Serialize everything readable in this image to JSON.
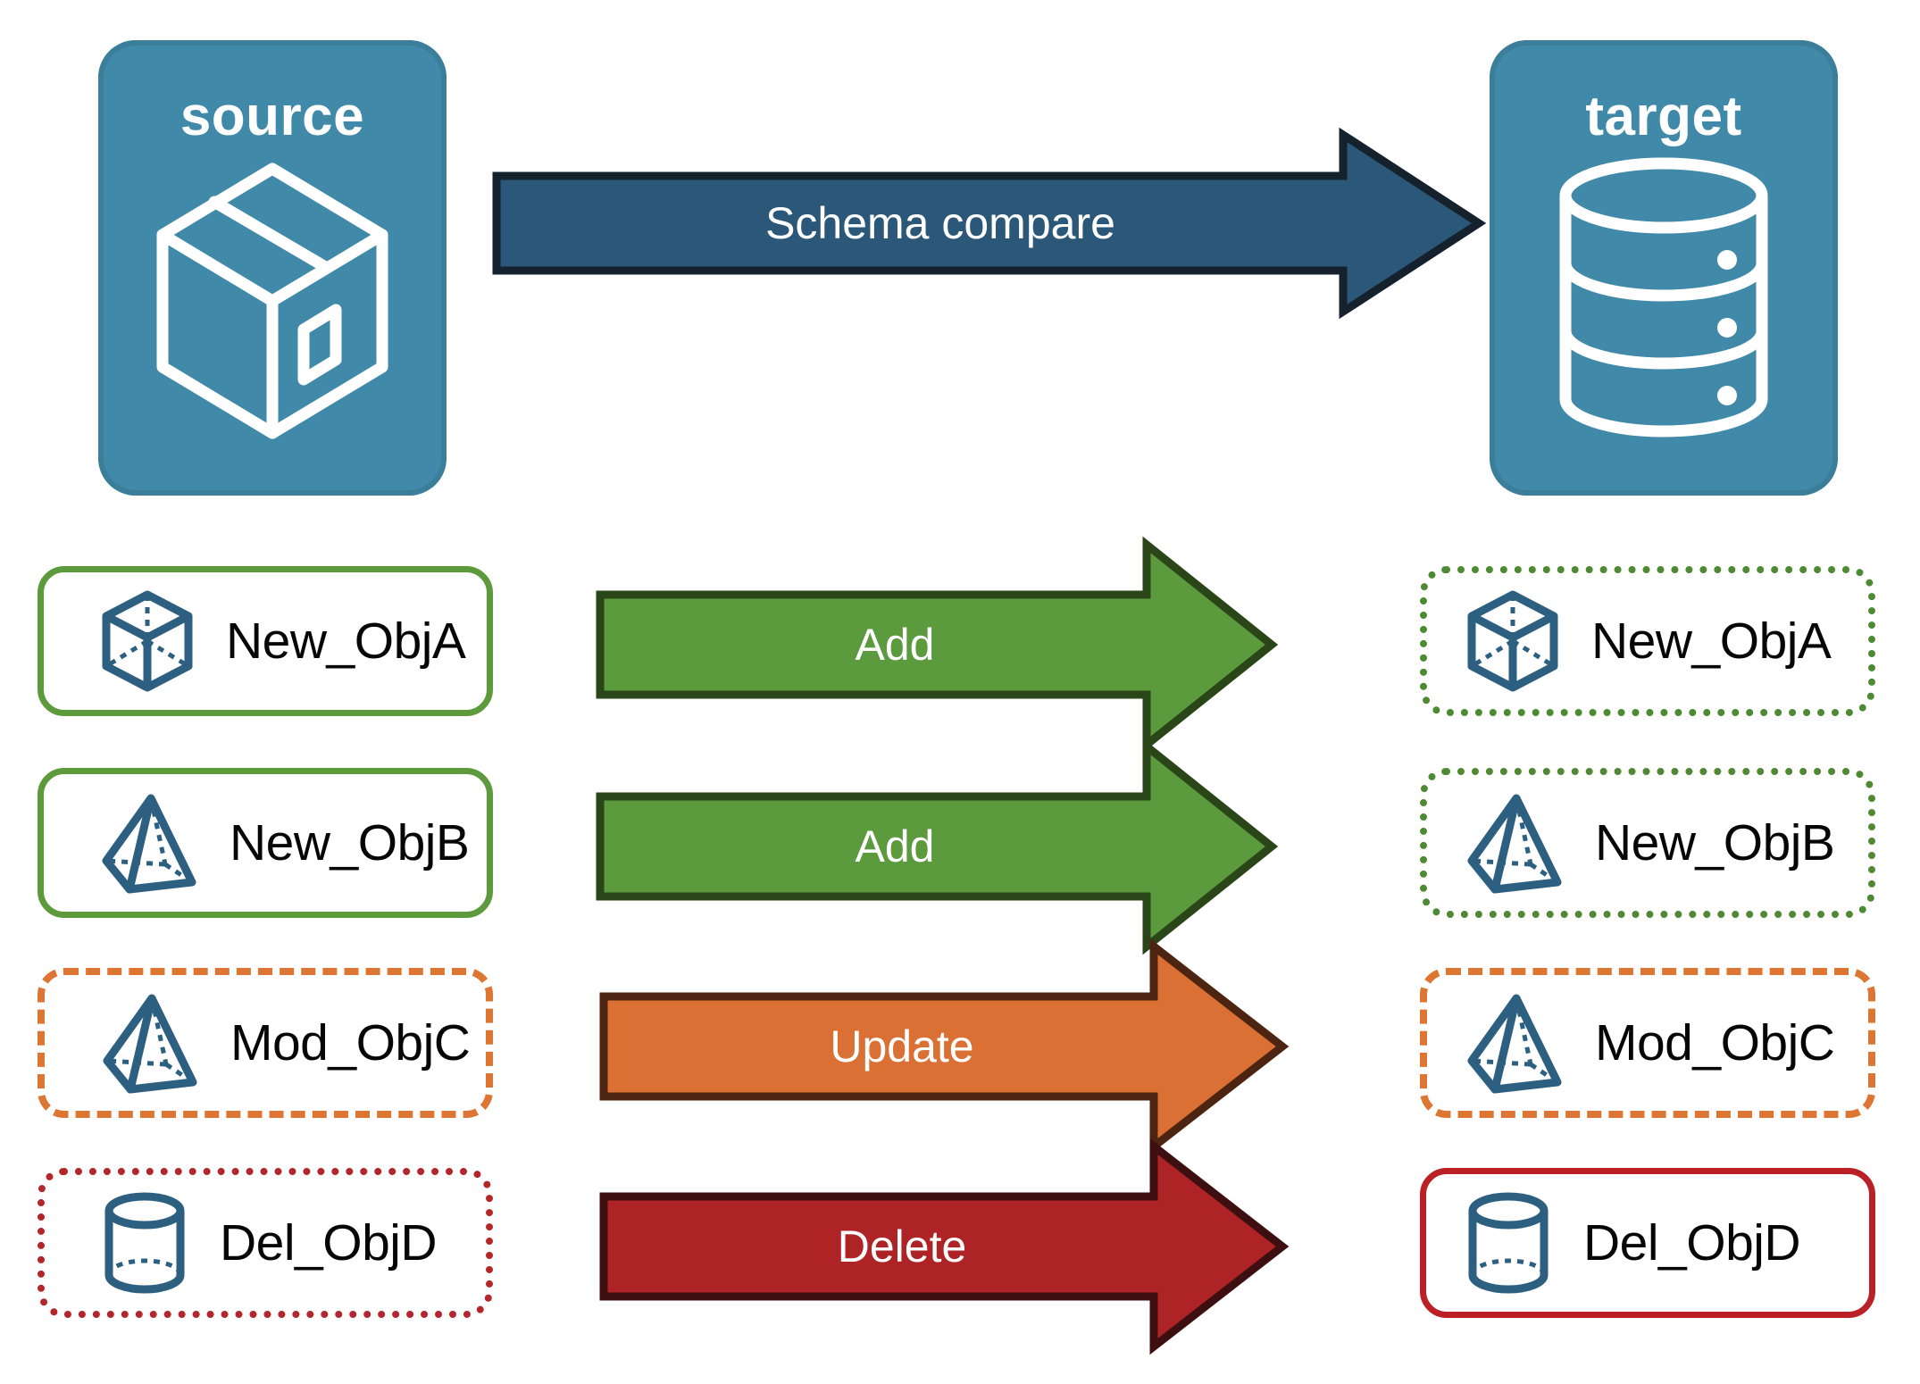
{
  "diagram": {
    "title": "Schema compare",
    "endpoints": [
      {
        "id": "source",
        "label": "source",
        "icon": "package-box-icon"
      },
      {
        "id": "target",
        "label": "target",
        "icon": "database-cylinder-icon"
      }
    ],
    "main_arrow": {
      "label": "Schema compare",
      "fill": "#2b5878",
      "stroke": "#16212e",
      "text_color": "#ffffff"
    },
    "rows": [
      {
        "action": "Add",
        "arrow_fill": "#5b9a3d",
        "arrow_stroke": "#2a4618",
        "source": {
          "label": "New_ObjA",
          "icon": "cube-wireframe-icon",
          "border_style": "solid",
          "border_color": "#5d9a3c"
        },
        "target": {
          "label": "New_ObjA",
          "icon": "cube-wireframe-icon",
          "border_style": "dotted",
          "border_color": "#4e8a33"
        }
      },
      {
        "action": "Add",
        "arrow_fill": "#5b9a3d",
        "arrow_stroke": "#2a4618",
        "source": {
          "label": "New_ObjB",
          "icon": "pyramid-wireframe-icon",
          "border_style": "solid",
          "border_color": "#5d9a3c"
        },
        "target": {
          "label": "New_ObjB",
          "icon": "pyramid-wireframe-icon",
          "border_style": "dotted",
          "border_color": "#4e8a33"
        }
      },
      {
        "action": "Update",
        "arrow_fill": "#da7034",
        "arrow_stroke": "#4d2312",
        "source": {
          "label": "Mod_ObjC",
          "icon": "pyramid-wireframe-icon",
          "border_style": "dashed",
          "border_color": "#dd7633"
        },
        "target": {
          "label": "Mod_ObjC",
          "icon": "pyramid-wireframe-icon",
          "border_style": "dashed",
          "border_color": "#dd7633"
        }
      },
      {
        "action": "Delete",
        "arrow_fill": "#ae2326",
        "arrow_stroke": "#3d0f10",
        "source": {
          "label": "Del_ObjD",
          "icon": "cylinder-wireframe-icon",
          "border_style": "dotted",
          "border_color": "#b3262a"
        },
        "target": {
          "label": "Del_ObjD",
          "icon": "cylinder-wireframe-icon",
          "border_style": "solid",
          "border_color": "#ba2026"
        }
      }
    ],
    "colors": {
      "endpoint_fill": "#4089a8",
      "endpoint_stroke": "#3b7e99",
      "icon_blue": "#2d5f80",
      "background": "#ffffff",
      "green": "#5b9a3d",
      "orange": "#da7034",
      "red": "#ae2326",
      "navy": "#2b5878"
    }
  }
}
